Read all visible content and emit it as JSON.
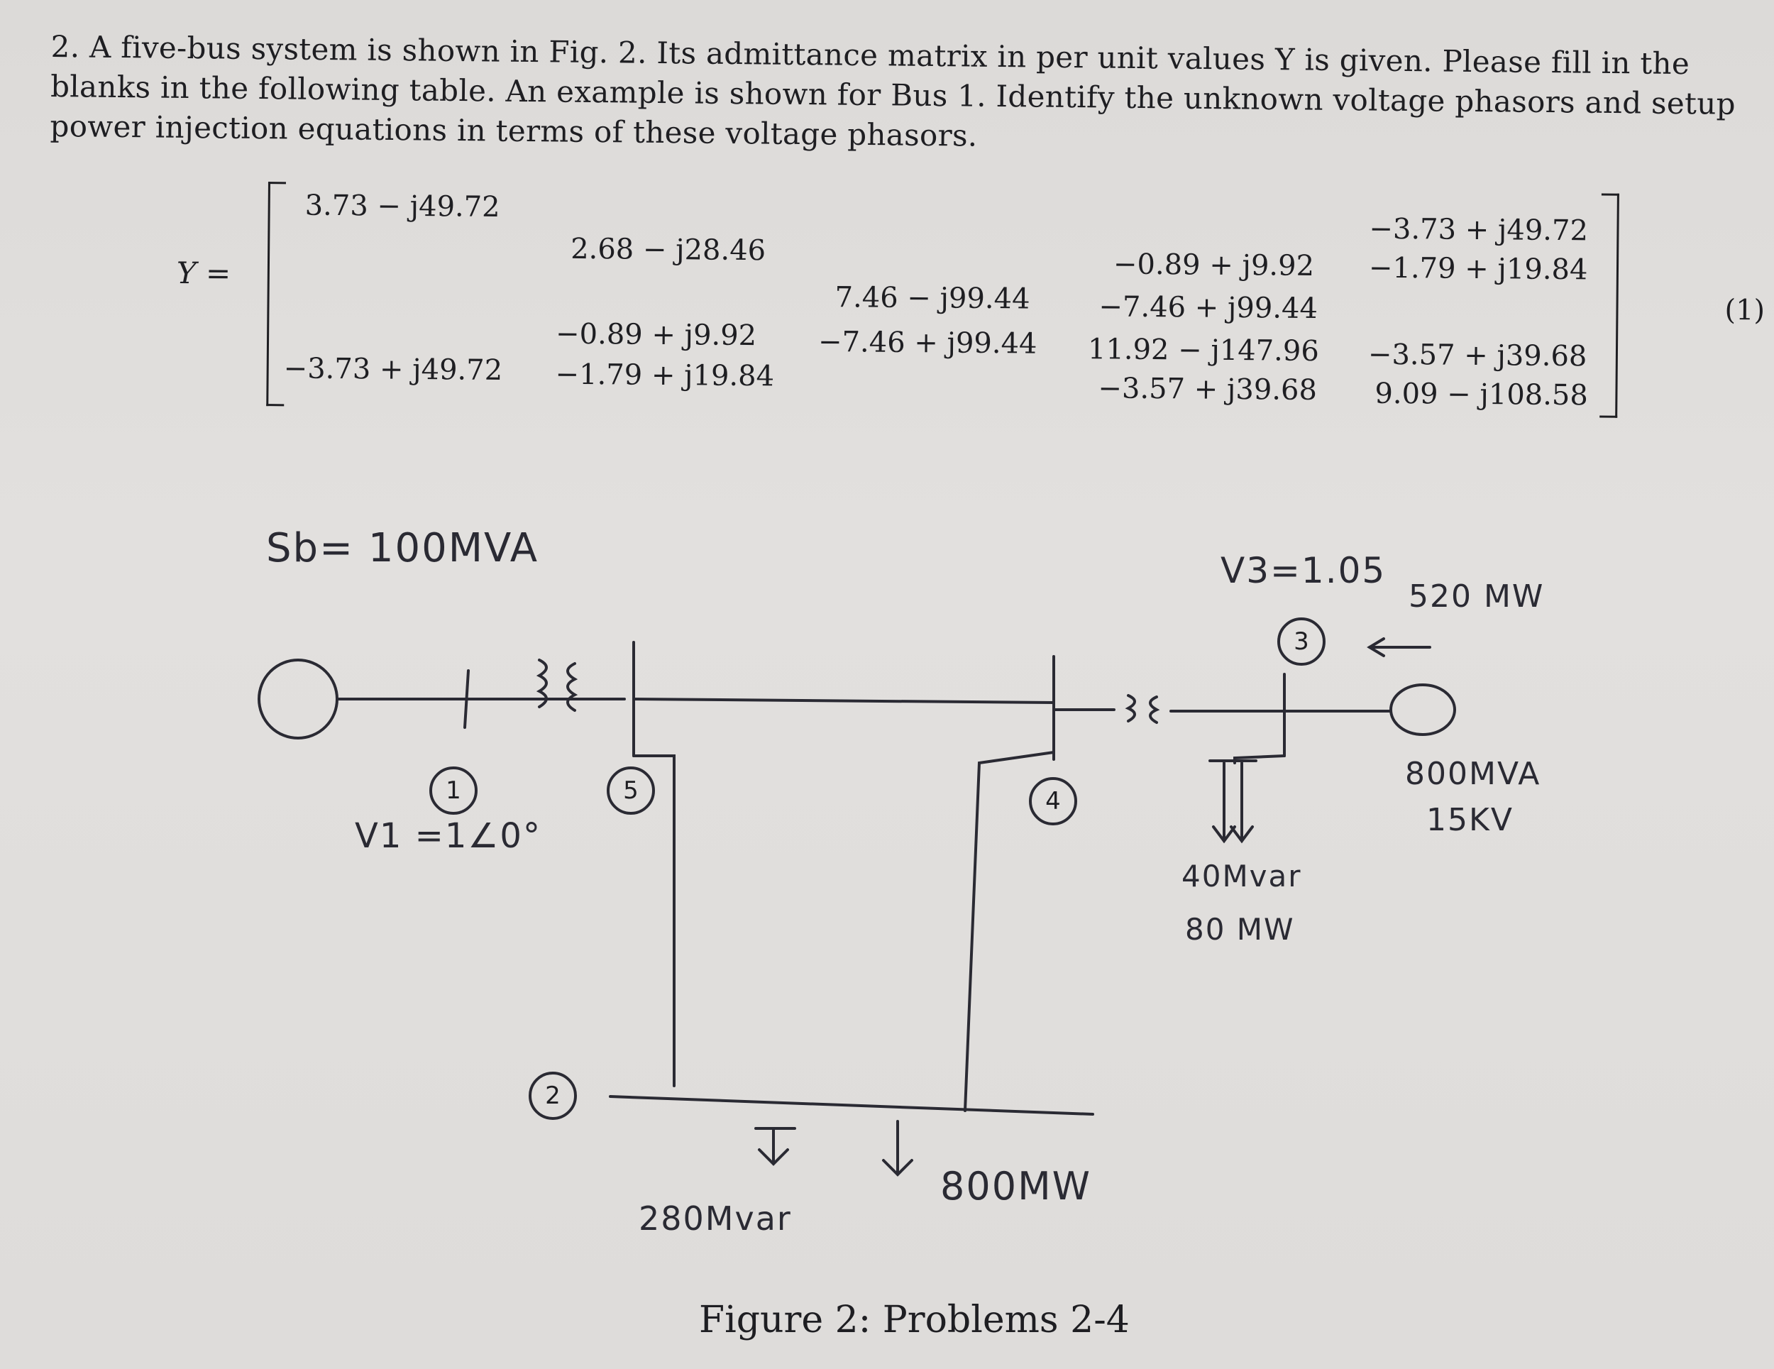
{
  "problem": {
    "line1": "2. A five-bus system is shown in Fig. 2. Its admittance matrix in per unit values Y is given. Please fill in the",
    "line2": "blanks in the following table. An example is shown for Bus 1. Identify the unknown voltage phasors and setup",
    "line3": "power injection equations in terms of these voltage phasors."
  },
  "matrix": {
    "label": "Y =",
    "equation_number": "(1)",
    "rows": [
      [
        "3.73 − j49.72",
        "",
        "",
        "",
        "−3.73 + j49.72"
      ],
      [
        "",
        "2.68 − j28.46",
        "",
        "−0.89 + j9.92",
        "−1.79 + j19.84"
      ],
      [
        "",
        "",
        "7.46 − j99.44",
        "−7.46 + j99.44",
        ""
      ],
      [
        "",
        "−0.89 + j9.92",
        "−7.46 + j99.44",
        "11.92 − j147.96",
        "−3.57 + j39.68"
      ],
      [
        "−3.73 + j49.72",
        "−1.79 + j19.84",
        "",
        "−3.57 + j39.68",
        "9.09 − j108.58"
      ]
    ]
  },
  "figure": {
    "base_power": "Sb= 100MVA",
    "v3": "V3=1.05",
    "gen3_power": "520 MW",
    "gen3_rating": "800MVA",
    "gen3_voltage": "15KV",
    "v1": "V1 =1∠0°",
    "load3_q": "40Mvar",
    "load3_p": "80 MW",
    "load2_q": "280Mvar",
    "load2_p": "800MW",
    "bus_labels": [
      "1",
      "2",
      "3",
      "4",
      "5"
    ]
  },
  "caption": "Figure 2: Problems 2-4"
}
